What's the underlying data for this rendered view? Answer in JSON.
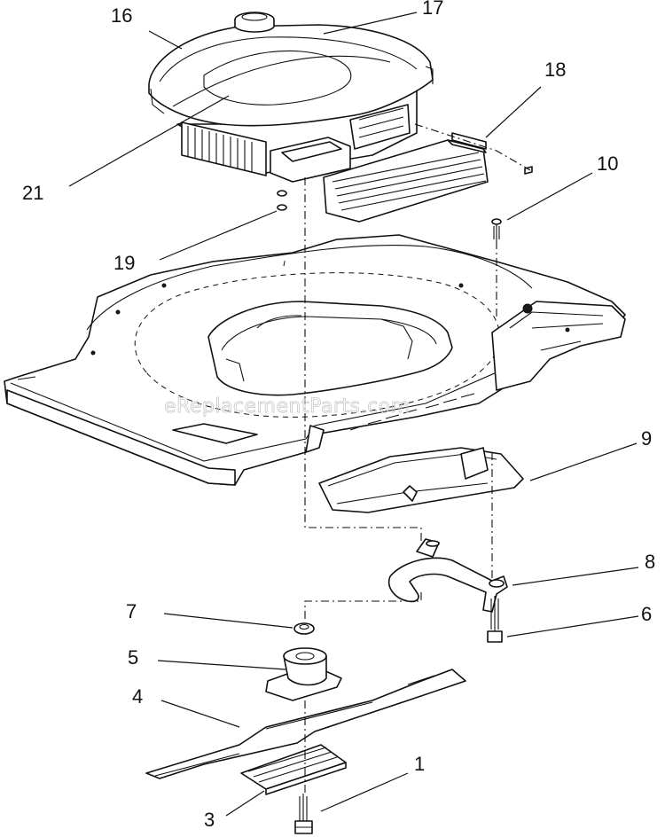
{
  "watermark": "eReplacementParts.com",
  "callouts": [
    {
      "id": "16",
      "label": "16"
    },
    {
      "id": "17",
      "label": "17"
    },
    {
      "id": "18",
      "label": "18"
    },
    {
      "id": "10",
      "label": "10"
    },
    {
      "id": "21",
      "label": "21"
    },
    {
      "id": "19",
      "label": "19"
    },
    {
      "id": "9",
      "label": "9"
    },
    {
      "id": "8",
      "label": "8"
    },
    {
      "id": "7",
      "label": "7"
    },
    {
      "id": "6",
      "label": "6"
    },
    {
      "id": "5",
      "label": "5"
    },
    {
      "id": "4",
      "label": "4"
    },
    {
      "id": "1",
      "label": "1"
    },
    {
      "id": "3",
      "label": "3"
    }
  ]
}
